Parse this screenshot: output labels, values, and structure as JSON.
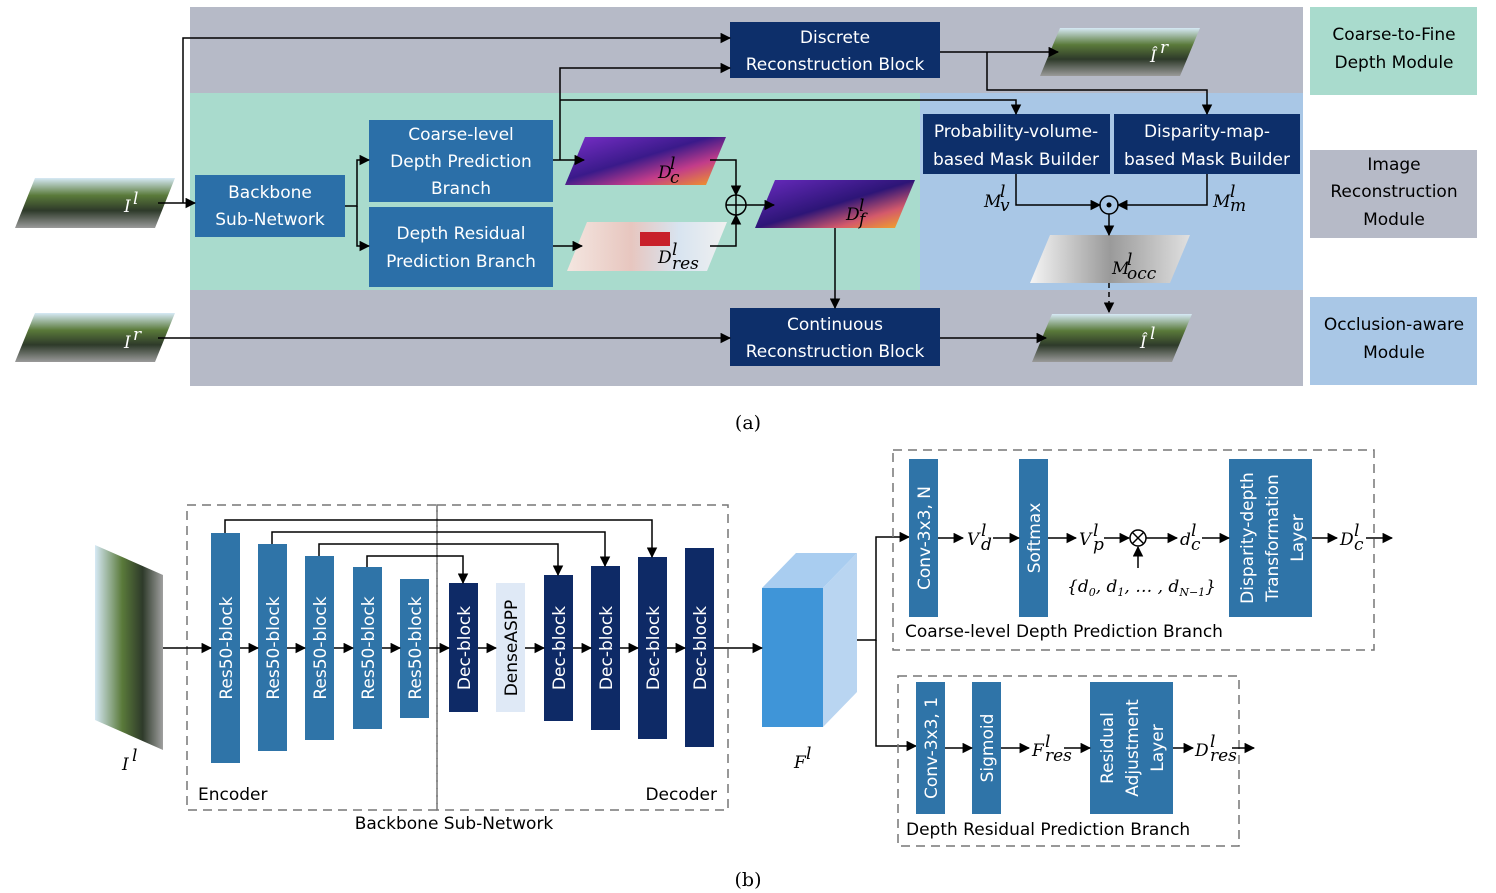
{
  "colors": {
    "gray_band": "#b6bac7",
    "green_band": "#a9dbcd",
    "blue_band": "#a9c7e6",
    "dark_navy": "#0d2f6a",
    "mid_blue": "#2b6fa8",
    "block_navy": "#0e2a66",
    "res_block": "#2f74a8",
    "dense_aspp": "#dfe9f6",
    "feature_cube": "#3f95d8"
  },
  "panel_a": {
    "caption": "(a)",
    "legend": {
      "coarse_to_fine": [
        "Coarse-to-Fine",
        "Depth Module"
      ],
      "image_reconstruction": [
        "Image",
        "Reconstruction",
        "Module"
      ],
      "occlusion_aware": [
        "Occlusion-aware",
        "Module"
      ]
    },
    "blocks": {
      "discrete": [
        "Discrete",
        "Reconstruction Block"
      ],
      "continuous": [
        "Continuous",
        "Reconstruction Block"
      ],
      "backbone": [
        "Backbone",
        "Sub-Network"
      ],
      "coarse_branch": [
        "Coarse-level",
        "Depth Prediction",
        "Branch"
      ],
      "residual_branch": [
        "Depth Residual",
        "Prediction Branch"
      ],
      "prob_mask": [
        "Probability-volume-",
        "based Mask Builder"
      ],
      "disp_mask": [
        "Disparity-map-",
        "based Mask Builder"
      ]
    },
    "math": {
      "input_left": "I",
      "input_right": "I",
      "recon_right": "Î",
      "recon_left": "Î",
      "Dc": "D",
      "Dres": "D",
      "Df": "D",
      "Mv": "M",
      "Mm": "M",
      "Mocc": "M"
    }
  },
  "panel_b": {
    "caption": "(b)",
    "encoder_label": "Encoder",
    "decoder_label": "Decoder",
    "backbone_label": "Backbone Sub-Network",
    "res_block_label": "Res50-block",
    "dec_block_label": "Dec-block",
    "dense_aspp_label": "DenseASPP",
    "input_label": "I",
    "feature_label": "F",
    "coarse_branch": {
      "title": "Coarse-level Depth Prediction Branch",
      "conv": "Conv-3x3, N",
      "softmax": "Softmax",
      "transform": [
        "Disparity-depth",
        "Transformation",
        "Layer"
      ],
      "Vd": "V",
      "Vp": "V",
      "dc": "d",
      "Dc": "D",
      "set": "{d",
      "otimes": "⊗"
    },
    "residual_branch": {
      "title": "Depth Residual Prediction Branch",
      "conv": "Conv-3x3, 1",
      "sigmoid": "Sigmoid",
      "adjust": [
        "Residual",
        "Adjustment",
        "Layer"
      ],
      "Fres": "F",
      "Dres": "D"
    }
  }
}
